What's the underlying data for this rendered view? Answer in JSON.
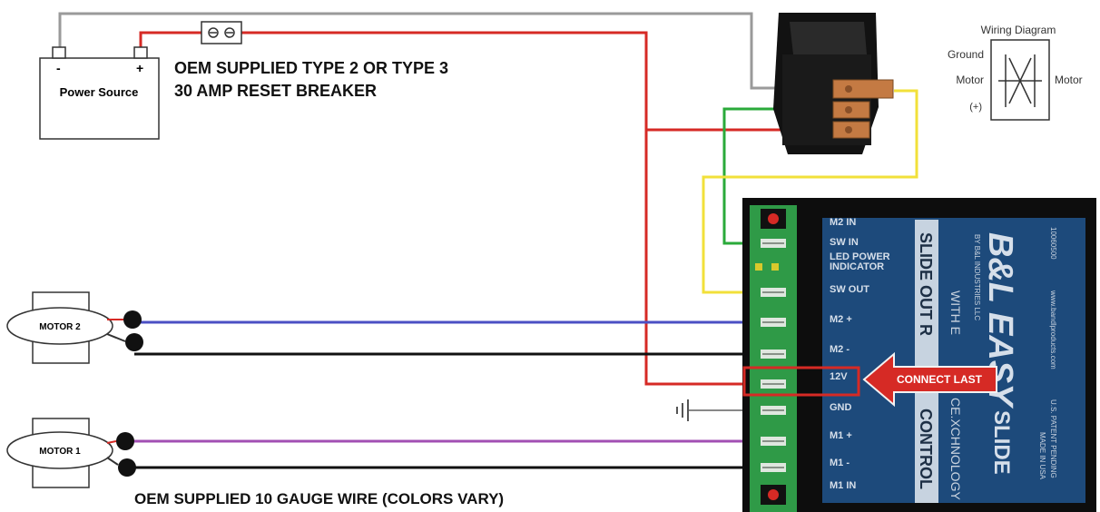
{
  "power_source": {
    "label": "Power Source",
    "neg": "-",
    "pos": "+"
  },
  "breaker": {
    "line1": "OEM SUPPLIED TYPE 2 OR TYPE 3",
    "line2": "30 AMP RESET BREAKER"
  },
  "wiring_diagram": {
    "title": "Wiring Diagram",
    "ground": "Ground",
    "motor_left": "Motor",
    "plus": "(+)",
    "motor_right": "Motor"
  },
  "motors": {
    "motor2": "MOTOR 2",
    "motor1": "MOTOR 1"
  },
  "wire_note": "OEM SUPPLIED 10 GAUGE WIRE (COLORS VARY)",
  "controller": {
    "brand": "B&L EASY",
    "brand_tail": "SLIDE",
    "title_vertical": "SLIDE OUT R",
    "title_vertical_tail": "CONTROL",
    "subtitle_vertical": "WITH E",
    "subtitle_vertical_tail": "CE.XCHNOLOGY",
    "company": "BY B&L INDUSTRIES LLC",
    "part_no": "10060500",
    "website": "www.bandlproducts.com",
    "patent": "U.S. PATENT PENDING",
    "made_in": "MADE IN USA",
    "terminals": [
      "M2 IN",
      "SW IN",
      "LED POWER INDICATOR",
      "SW OUT",
      "M2 +",
      "M2 -",
      "12V",
      "GND",
      "M1 +",
      "M1 -",
      "M1 IN"
    ],
    "connect_last": "CONNECT LAST"
  },
  "colors": {
    "red_wire": "#d62a25",
    "gray_wire": "#9a9a9a",
    "green_wire": "#2aaa3a",
    "yellow_wire": "#f2e03a",
    "blue_wire": "#4b4fc4",
    "purple_wire": "#a24fb3",
    "black_wire": "#111111",
    "pcb_green": "#2f9a47",
    "board_blue": "#1d4a7b",
    "board_black": "#0d0d0d"
  }
}
